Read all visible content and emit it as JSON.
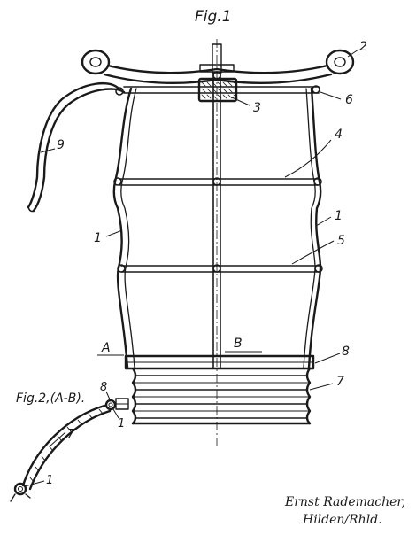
{
  "figure1": {
    "title": "Fig.1",
    "parts": [
      "1",
      "1",
      "2",
      "3",
      "4",
      "5",
      "6",
      "7",
      "8",
      "9"
    ],
    "section_a": "A",
    "section_b": "B"
  },
  "figure2": {
    "title": "Fig.2,(A-B).",
    "parts": [
      "8",
      "1",
      "7",
      "1"
    ]
  },
  "signature": {
    "line1": "Ernst Rademacher,",
    "line2": "Hilden/Rhld."
  }
}
